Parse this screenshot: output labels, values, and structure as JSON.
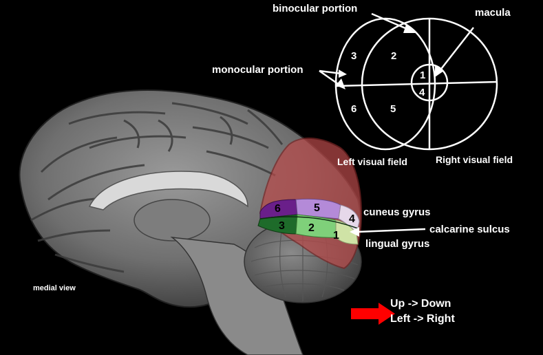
{
  "labels": {
    "binocular": "binocular portion",
    "macula": "macula",
    "monocular": "monocular portion",
    "left_field": "Left visual field",
    "right_field": "Right visual field",
    "cuneus": "cuneus gyrus",
    "calcarine": "calcarine sulcus",
    "lingual": "lingual gyrus",
    "medial_view": "medial view"
  },
  "field_numbers": {
    "n1": "1",
    "n2": "2",
    "n3": "3",
    "n4": "4",
    "n5": "5",
    "n6": "6"
  },
  "brain_numbers": {
    "n1": "1",
    "n2": "2",
    "n3": "3",
    "n4": "4",
    "n5": "5",
    "n6": "6"
  },
  "legend": {
    "line1": "Up -> Down",
    "line2": "Left -> Right"
  },
  "colors": {
    "background": "#000000",
    "occipital_overlay": "#b84a4a",
    "region_6": "#6a1f8a",
    "region_5": "#b48ad8",
    "region_4": "#e6d8ea",
    "region_3": "#1e6b2a",
    "region_2": "#7fd07a",
    "region_1": "#cfe3a6",
    "arrow_red": "#ff0000"
  }
}
